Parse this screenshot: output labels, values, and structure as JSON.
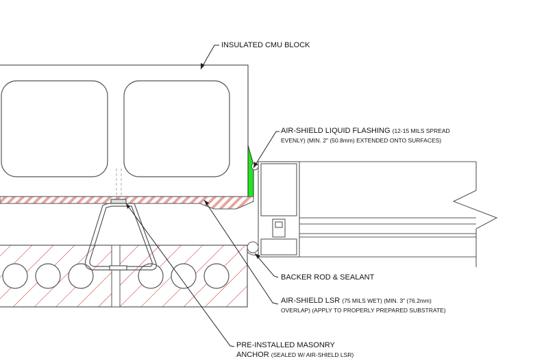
{
  "labels": {
    "cmu": {
      "main": "INSULATED CMU BLOCK"
    },
    "flashing": {
      "main": "AIR-SHIELD LIQUID FLASHING",
      "detail1": "(12-15 MILS SPREAD",
      "detail2": "EVENLY) (MIN. 2\" (50.8mm) EXTENDED ONTO SURFACES)"
    },
    "backer": {
      "main": "BACKER ROD & SEALANT"
    },
    "lsr": {
      "main": "AIR-SHIELD LSR",
      "detail1": "(75 MILS WET) (MIN. 3\" (76.2mm)",
      "detail2": "OVERLAP) (APPLY TO PROPERLY PREPARED SUBSTRATE)"
    },
    "anchor": {
      "main1": "PRE-INSTALLED MASONRY",
      "main2": "ANCHOR",
      "detail": "(SEALED W/ AIR-SHIELD LSR)"
    }
  },
  "colors": {
    "flashing": "#22e622",
    "hatch": "#c0504d",
    "line": "#555555"
  }
}
